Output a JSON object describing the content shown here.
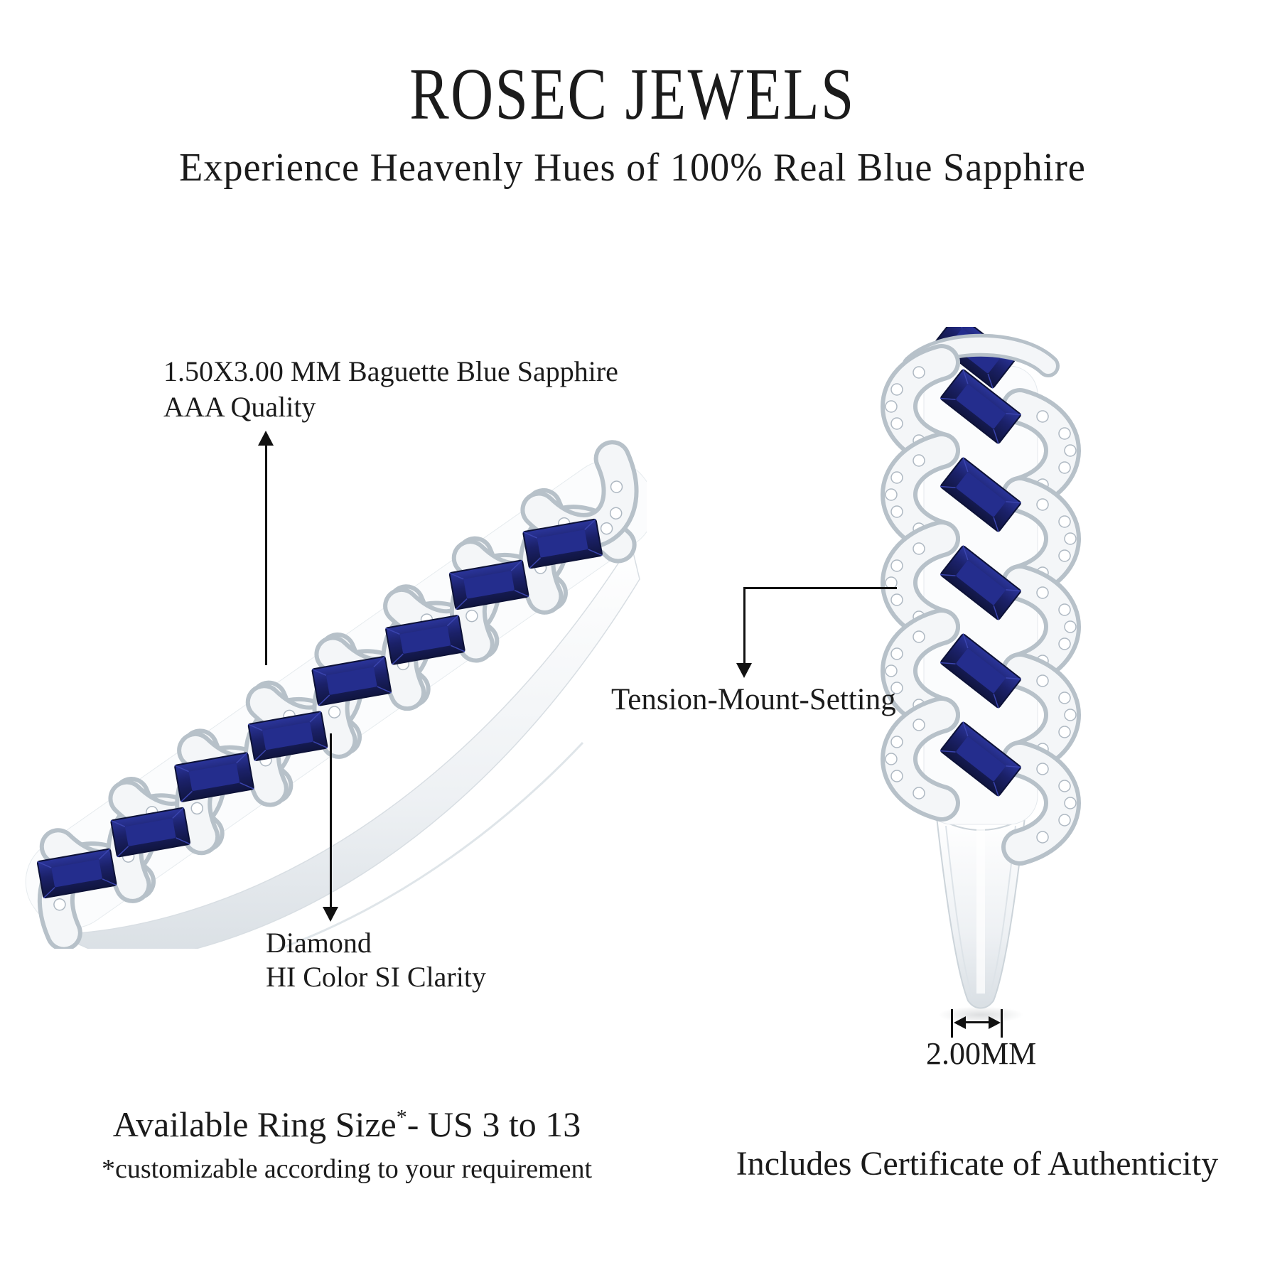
{
  "header": {
    "brand": "ROSEC JEWELS",
    "tagline": "Experience Heavenly Hues of 100% Real Blue Sapphire"
  },
  "annotations": {
    "sapphire": {
      "line1": "1.50X3.00 MM Baguette Blue Sapphire",
      "line2": "AAA Quality"
    },
    "tension": {
      "label": "Tension-Mount-Setting"
    },
    "diamond": {
      "line1": "Diamond",
      "line2": "HI Color SI Clarity"
    },
    "band_width": {
      "label": "2.00MM"
    }
  },
  "footer": {
    "ring_size_prefix": "Available Ring Size",
    "ring_size_asterisk": "*",
    "ring_size_suffix": "- US 3 to 13",
    "ring_size_note": "*customizable according to your requirement",
    "certificate": "Includes Certificate of Authenticity"
  },
  "figures": {
    "left_ring": "angled-view-braided-blue-sapphire-diamond-ring",
    "right_ring": "profile-view-braided-blue-sapphire-diamond-ring"
  },
  "colors": {
    "background": "#ffffff",
    "text": "#1b1b1b",
    "annotation_line": "#111111",
    "sapphire": "#1b2169",
    "sapphire_dark": "#10153f",
    "sapphire_light": "#2b359b",
    "metal_light": "#f2f4f6",
    "metal_mid": "#d6dce1",
    "metal_shadow": "#aeb7bf"
  }
}
